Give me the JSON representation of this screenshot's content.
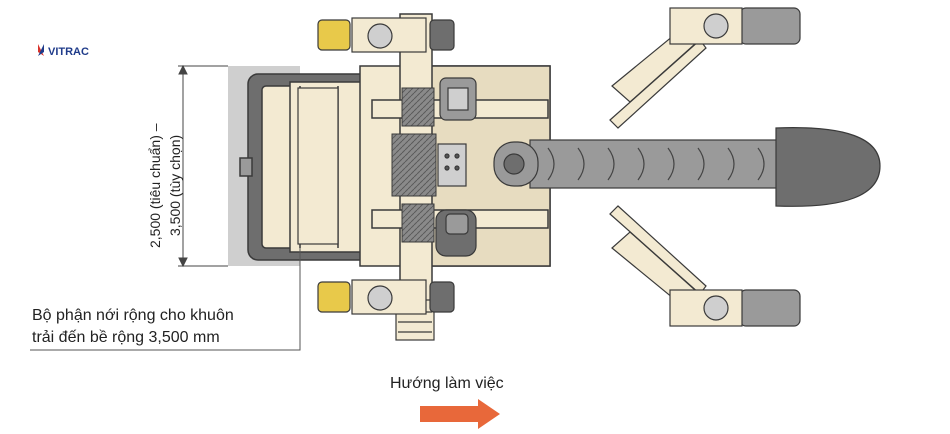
{
  "brand": {
    "name": "VITRAC"
  },
  "dimension": {
    "line1": "2,500 (tiêu chuẩn) –",
    "line2": "3,500 (tùy chọn)"
  },
  "callout": {
    "line1": "Bộ phận nới rộng cho khuôn",
    "line2": "trải đến bề rộng 3,500 mm"
  },
  "direction": {
    "label": "Hướng làm việc"
  },
  "colors": {
    "frame": "#f3ead2",
    "frame_stroke": "#3a3a3a",
    "dark_gray": "#6e6e6e",
    "mid_gray": "#9a9a9a",
    "light_gray": "#cfcfcf",
    "track_yellow": "#e8c94a",
    "arrow": "#e8683a",
    "brand_blue": "#1f3b8a",
    "brand_red": "#d8322b"
  }
}
